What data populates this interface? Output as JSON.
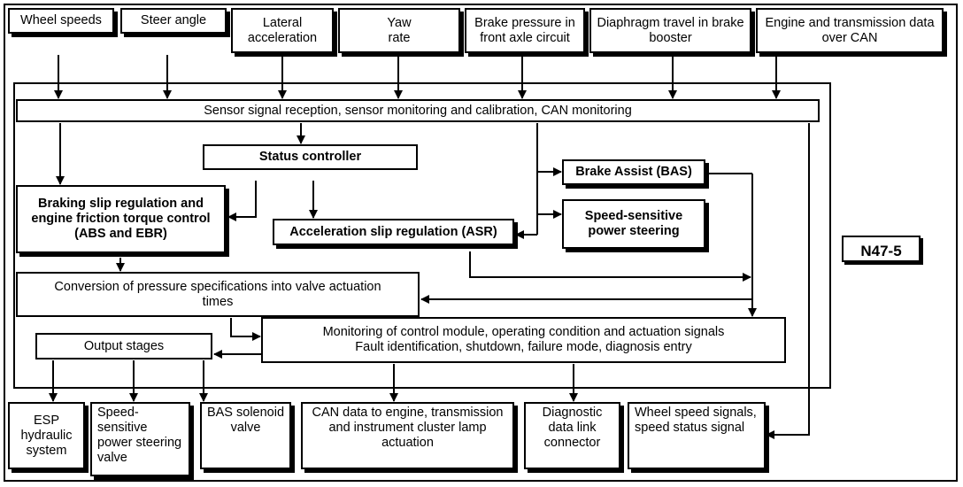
{
  "inputs": {
    "wheel_speeds": "Wheel speeds",
    "steer_angle": "Steer angle",
    "lateral_acceleration": "Lateral\nacceleration",
    "yaw_rate": "Yaw\nrate",
    "brake_pressure": "Brake pressure in\nfront axle circuit",
    "diaphragm_travel": "Diaphragm travel in brake\nbooster",
    "engine_can": "Engine and transmission data\nover CAN"
  },
  "blocks": {
    "sensor_reception": "Sensor signal reception, sensor monitoring and calibration, CAN monitoring",
    "status_controller": "Status controller",
    "braking_slip": "Braking slip regulation and\nengine friction torque control\n(ABS and EBR)",
    "asr": "Acceleration slip regulation (ASR)",
    "bas": "Brake Assist (BAS)",
    "power_steering": "Speed-sensitive\npower steering",
    "pressure_conversion": "Conversion of pressure specifications into valve actuation\ntimes",
    "monitoring": "Monitoring of control module, operating condition and actuation signals\nFault identification, shutdown, failure mode, diagnosis entry",
    "output_stages": "Output stages"
  },
  "module_label": "N47-5",
  "outputs": {
    "esp_hydraulic": "ESP\nhydraulic\nsystem",
    "steering_valve": "Speed-sensitive\npower steering\nvalve",
    "bas_valve": "BAS solenoid\nvalve",
    "can_data": "CAN data to engine, transmission\nand instrument cluster lamp\nactuation",
    "diagnostic_connector": "Diagnostic\ndata link\nconnector",
    "wheel_speed_signals": "Wheel speed signals,\nspeed status signal"
  }
}
